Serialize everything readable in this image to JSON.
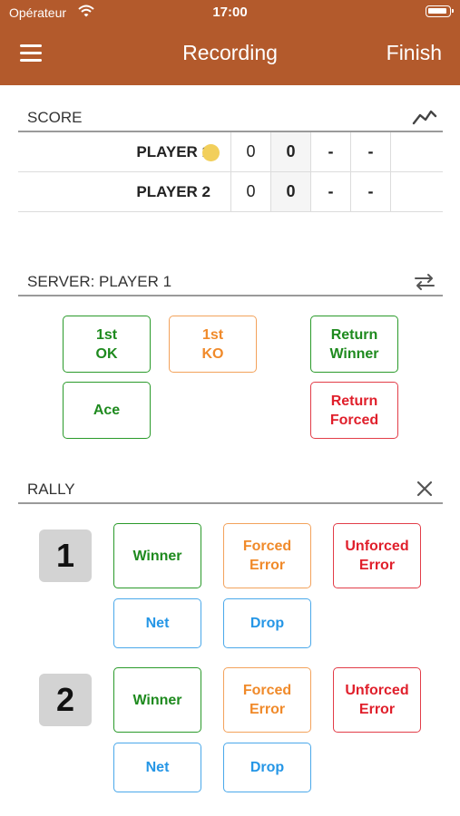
{
  "status_bar": {
    "carrier": "Opérateur",
    "time": "17:00"
  },
  "nav": {
    "title": "Recording",
    "finish_label": "Finish"
  },
  "colors": {
    "header_bg": "#b35a2c",
    "serve_indicator": "#f2cf5b",
    "green": "#1e8a1e",
    "orange": "#f08a2a",
    "red": "#e01f2b",
    "blue": "#2596e6"
  },
  "score": {
    "title": "SCORE",
    "icon": "chart-line-icon",
    "rows": [
      {
        "player": "PLAYER 1",
        "serving": true,
        "c1": "0",
        "c2": "0",
        "c3": "-",
        "c4": "-",
        "c5": ""
      },
      {
        "player": "PLAYER 2",
        "serving": false,
        "c1": "0",
        "c2": "0",
        "c3": "-",
        "c4": "-",
        "c5": ""
      }
    ]
  },
  "server": {
    "title": "SERVER: PLAYER 1",
    "icon": "swap-arrows-icon",
    "buttons": {
      "first_ok": "1st\nOK",
      "first_ko": "1st\nKO",
      "return_winner": "Return\nWinner",
      "ace": "Ace",
      "return_forced": "Return\nForced"
    }
  },
  "rally": {
    "title": "RALLY",
    "icon": "close-icon",
    "players": [
      {
        "number": "1",
        "winner": "Winner",
        "forced_error": "Forced\nError",
        "unforced_error": "Unforced\nError",
        "net": "Net",
        "drop": "Drop"
      },
      {
        "number": "2",
        "winner": "Winner",
        "forced_error": "Forced\nError",
        "unforced_error": "Unforced\nError",
        "net": "Net",
        "drop": "Drop"
      }
    ]
  }
}
